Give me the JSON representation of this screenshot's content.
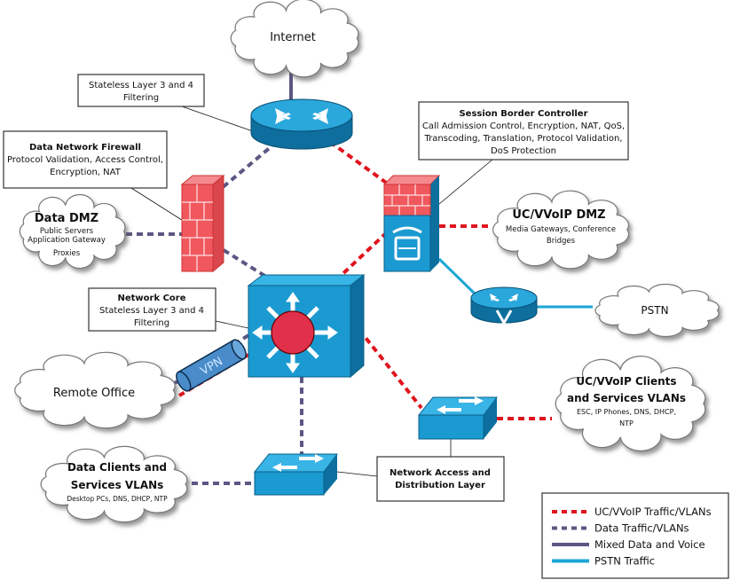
{
  "clouds": {
    "internet": "Internet",
    "data_dmz": {
      "title": "Data DMZ",
      "line1": "Public Servers",
      "line2": "Application Gateway",
      "line3": "Proxies"
    },
    "uc_dmz": {
      "title": "UC/VVoIP DMZ",
      "line1": "Media Gateways, Conference",
      "line2": "Bridges"
    },
    "pstn": "PSTN",
    "remote_office": "Remote Office",
    "uc_clients": {
      "title1": "UC/VVoIP Clients",
      "title2": "and Services VLANs",
      "line1": "ESC, IP Phones, DNS, DHCP,",
      "line2": "NTP"
    },
    "data_clients": {
      "title1": "Data Clients and",
      "title2": "Services VLANs",
      "line1": "Desktop PCs, DNS, DHCP, NTP"
    }
  },
  "callouts": {
    "edge_router": {
      "line1": "Stateless Layer 3 and 4",
      "line2": "Filtering"
    },
    "firewall": {
      "title": "Data Network Firewall",
      "line1": "Protocol Validation, Access Control,",
      "line2": "Encryption, NAT"
    },
    "sbc": {
      "title": "Session Border Controller",
      "line1": "Call Admission Control, Encryption, NAT, QoS,",
      "line2": "Transcoding, Translation, Protocol Validation,",
      "line3": "DoS Protection"
    },
    "core": {
      "title": "Network Core",
      "line1": "Stateless Layer 3 and 4",
      "line2": "Filtering"
    },
    "access": {
      "line1": "Network Access and",
      "line2": "Distribution Layer"
    }
  },
  "devices": {
    "vpn_label": "VPN"
  },
  "legend": [
    {
      "label": "UC/VVoIP Traffic/VLANs",
      "style": "dashed",
      "color": "#e0141e"
    },
    {
      "label": "Data Traffic/VLANs",
      "style": "dashed",
      "color": "#5b5783"
    },
    {
      "label": "Mixed Data and Voice",
      "style": "solid",
      "color": "#5b5783"
    },
    {
      "label": "PSTN Traffic",
      "style": "solid",
      "color": "#1ba6d6"
    }
  ],
  "colors": {
    "device_blue": "#1a9ad0",
    "firewall_red": "#f0585e",
    "core_circle": "#e0304a"
  }
}
